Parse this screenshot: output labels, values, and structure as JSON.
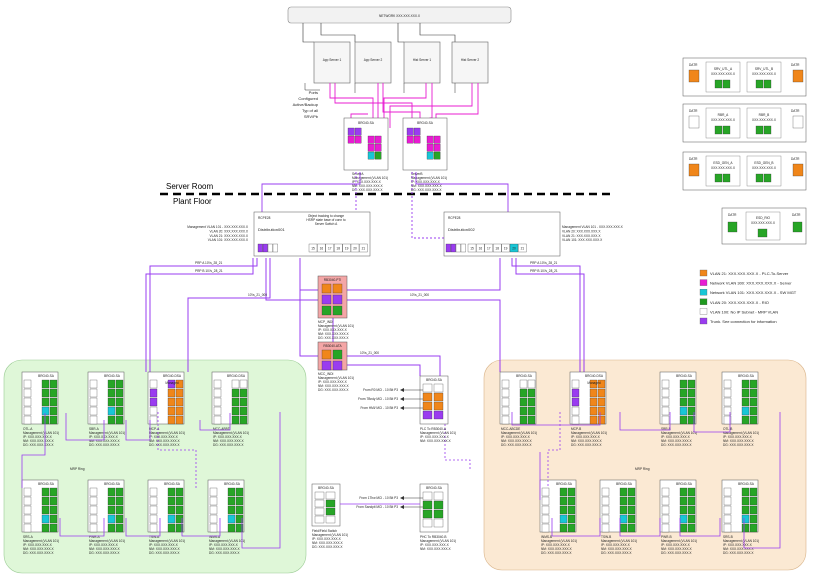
{
  "network_label": "NETWORK XXX.XXX.XXX.X",
  "servers": [
    "App Server 1",
    "App Server 2",
    "Hist Server 1",
    "Hist Server 2"
  ],
  "ports_note": [
    "Ports",
    "Configured",
    "Active/Backup",
    "Typ of all",
    "SRV/Pb"
  ],
  "core_switches": [
    {
      "title": "BRG40-SA",
      "name": "ServerA",
      "lines": [
        "Management (VLAN 101)",
        "IP: XXX.XXX.XXX.X",
        "NM: XXX.XXX.XXX.X",
        "DG: XXX.XXX.XXX.X"
      ]
    },
    {
      "title": "BRG40-SA",
      "name": "ServerB",
      "lines": [
        "Management (VLAN 101)",
        "IP: XXX.XXX.XXX.X",
        "NM: XXX.XXX.XXX.X",
        "DG: XXX.XXX.XXX.X"
      ]
    }
  ],
  "server_room_label": "Server Room",
  "plant_floor_label": "Plant Floor",
  "distribution": [
    {
      "title": "RCPE28",
      "name": "Distribution001",
      "mgmt": [
        "Management VLAN 101 - XXX.XXX.XXX.X",
        "VLAN 20: XXX.XXX.XXX.X",
        "VLAN 21: XXX.XXX.XXX.X",
        "VLAN 101: XXX.XXX.XXX.X"
      ]
    },
    {
      "title": "RCPE28",
      "name": "Distribution002",
      "mgmt": [
        "Management VLAN 101 - XXX.XXX.XXX.X",
        "VLAN 20: XXX.XXX.XXX.X",
        "VLAN 21: XXX.XXX.XXX.X",
        "VLAN 101: XXX.XXX.XXX.X"
      ]
    }
  ],
  "note_text": [
    "Object tracking to change",
    "HSRP state base of conn to",
    "Server Switch A"
  ],
  "port_numbers": [
    "15",
    "16",
    "17",
    "18",
    "19",
    "20",
    "21"
  ],
  "middle_boxes": [
    {
      "title": "RB3040-PTI",
      "name": "MCP_INDI",
      "lines": [
        "Management (VLAN 101)",
        "IP: XXX.XXX.XXX.X",
        "NM: XXX.XXX.XXX.X",
        "DG: XXX.XXX.XXX.X"
      ]
    },
    {
      "title": "RB3040-ATA",
      "name": "MCC_INDI",
      "lines": [
        "Management (VLAN 101)",
        "IP: XXX.XXX.XXX.X",
        "NM: XXX.XXX.XXX.X",
        "DG: XXX.XXX.XXX.X"
      ]
    }
  ],
  "link_labels": {
    "prp_a": "PRP A 10'/s_28_21",
    "prp_b": "PRP B 10'/s_28_21",
    "short": "10'/s_21_000",
    "mrp": "MRP Ring"
  },
  "left_zone": {
    "top_row": [
      {
        "title": "BRG40-SA",
        "name": "OTL-A"
      },
      {
        "title": "BRG40-SA",
        "name": "SBR-A"
      },
      {
        "title": "BRG40-DSA",
        "name": "MCP-A"
      },
      {
        "title": "BRG40-DSA",
        "name": "MCC-ABBD"
      }
    ],
    "bottom_row": [
      {
        "title": "BRG40-SA",
        "name": "SRS-A"
      },
      {
        "title": "BRG40-SA",
        "name": "PWR-A"
      },
      {
        "title": "BRG40-SA",
        "name": "TSW-A"
      },
      {
        "title": "BRG40-SA",
        "name": "INMS-A"
      }
    ]
  },
  "right_zone": {
    "top_row": [
      {
        "title": "BRG40-SA",
        "name": "MCC-ABCDE"
      },
      {
        "title": "BRG40-DSA",
        "name": "MCP-B"
      },
      {
        "title": "BRG40-SA",
        "name": "SBR-B"
      },
      {
        "title": "BRG40-SA",
        "name": "OTL-B"
      }
    ],
    "bottom_row": [
      {
        "title": "BRG40-SA",
        "name": "INMS-B"
      },
      {
        "title": "BRG40-SA",
        "name": "TSW-B"
      },
      {
        "title": "BRG40-SA",
        "name": "PWR-B"
      },
      {
        "title": "BRG40-SA",
        "name": "SRS-B"
      }
    ]
  },
  "device_lines": [
    "Management (VLAN 101)",
    "IP: XXX.XXX.XXX.X",
    "NM: XXX.XXX.XXX.X",
    "DG: XXX.XXX.XXX.X"
  ],
  "plc_box": {
    "title": "BRG40-SA",
    "name": "PLC To RB3040-A",
    "lines": [
      "Management (VLAN 101)",
      "IP: XXX.XXX.XXX.X",
      "NM: XXX.XXX.XXX.X"
    ]
  },
  "plc_box2": {
    "title": "BRG40-SA",
    "name": "PHC To RB3040-B",
    "lines": [
      "Management (VLAN 101)",
      "IP: XXX.XXX.XXX.X",
      "NM: XXX.XXX.XXX.X"
    ]
  },
  "plc_feeds": [
    "From R0 MCI - 10 Bit P3",
    "From 7Bndy MCI - 10 Bit P3",
    "From HMI/ MCI - 10 Bit P3"
  ],
  "plc_feeds2": [
    "From 1Thw MCI - 10 Bit P3",
    "From Sandpit MCI - 10 Bit P3"
  ],
  "extra_box": {
    "title": "BRG40-SA",
    "name": "Field/Field Switch",
    "lines": [
      "Management (VLAN 101)",
      "IP: XXX.XXX.XXX.X",
      "NM: XXX.XXX.XXX.X",
      "DG: XXX.XXX.XXX.X"
    ]
  },
  "managed_tag": "Managed",
  "right_panel": {
    "groups": [
      {
        "left": "SRV_UTL_A",
        "right": "SRV_UTL_B",
        "ip": "XXX.XXX.XXX.X"
      },
      {
        "left": "RBR_A",
        "right": "RBR_B",
        "ip": "XXX.XXX.XXX.X"
      },
      {
        "left": "ESD_GEN_A",
        "right": "ESD_GEN_B",
        "ip": "XXX.XXX.XXX.X"
      }
    ],
    "single": {
      "name": "ESD_RIO",
      "ip": "XXX.XXX.XXX.X"
    },
    "port_tags": [
      "DATR",
      "DATR"
    ]
  },
  "legend": [
    {
      "color": "#f0861a",
      "text": "VLAN 21: XXX.XXX.XXX.X - PLC-To-Server"
    },
    {
      "color": "#e81cd2",
      "text": "Network VLAN 300: XXX.XXX.XXX.X - Server"
    },
    {
      "color": "#19c6d6",
      "text": "Network VLAN 101: XXX.XXX.XXX.X - SW MGT"
    },
    {
      "color": "#1f9a1f",
      "text": "VLAN 20: XXX.XXX.XXX.X - RIO"
    },
    {
      "color": "#ffffff",
      "text": "VLAN 100: No IP Subnet - MRP VLAN"
    },
    {
      "color": "#9a3cf0",
      "text": "Trunk. See connection for information"
    }
  ],
  "colors": {
    "green_zone": "#dff7d8",
    "orange_zone": "#fbe9d3",
    "trunk": "#9a3cf0",
    "server_link": "#e81cd2",
    "green_port": "#27a526",
    "orange_port": "#f0861a",
    "cyan_port": "#19c6d6"
  }
}
